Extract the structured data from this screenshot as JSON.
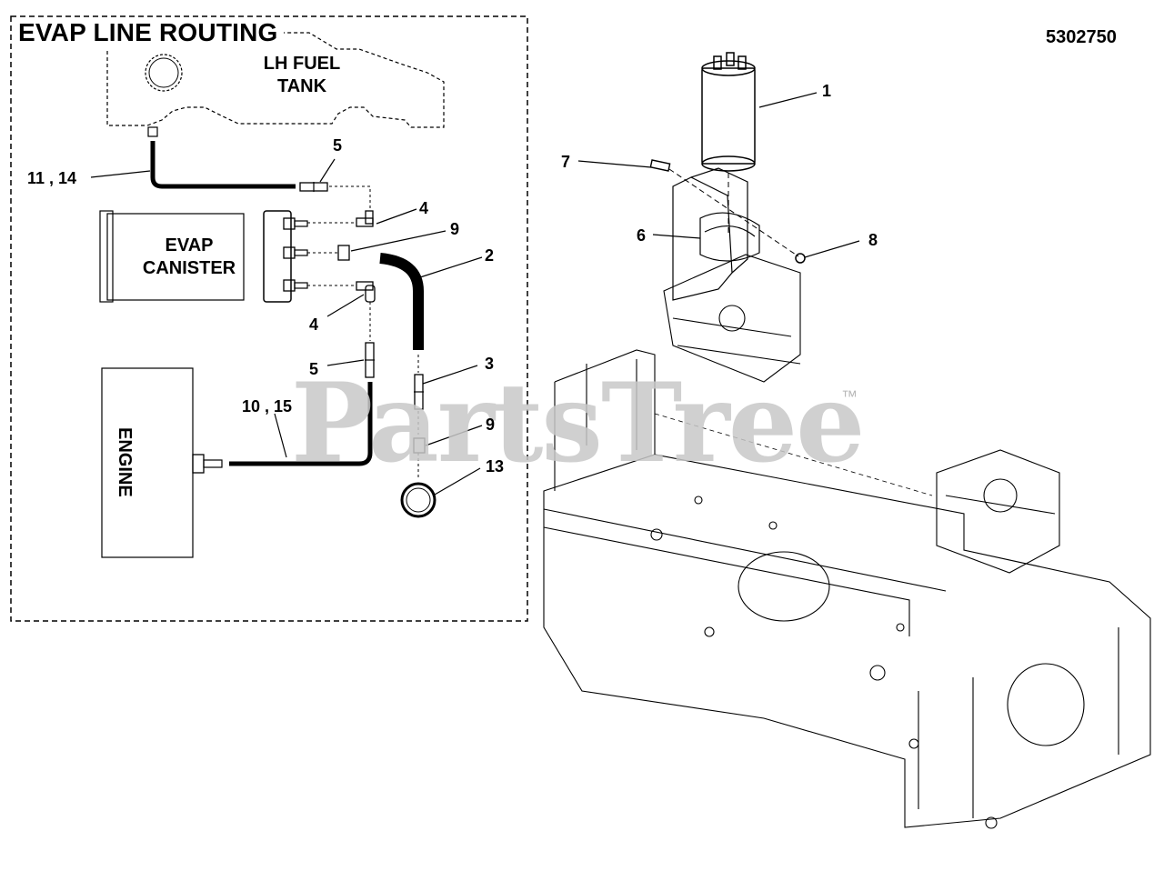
{
  "inset": {
    "title": "EVAP LINE ROUTING",
    "fuel_tank_label": [
      "LH FUEL",
      "TANK"
    ],
    "canister_label": [
      "EVAP",
      "CANISTER"
    ],
    "engine_label": "ENGINE"
  },
  "part_number": "5302750",
  "callouts": {
    "c1": "1",
    "c2": "2",
    "c3": "3",
    "c4a": "4",
    "c4b": "4",
    "c5a": "5",
    "c5b": "5",
    "c6": "6",
    "c7": "7",
    "c8": "8",
    "c9a": "9",
    "c9b": "9",
    "c10_15": "10 , 15",
    "c11_14": "11 , 14",
    "c13": "13"
  },
  "watermark": {
    "text": "PartsTree",
    "tm": "™"
  }
}
